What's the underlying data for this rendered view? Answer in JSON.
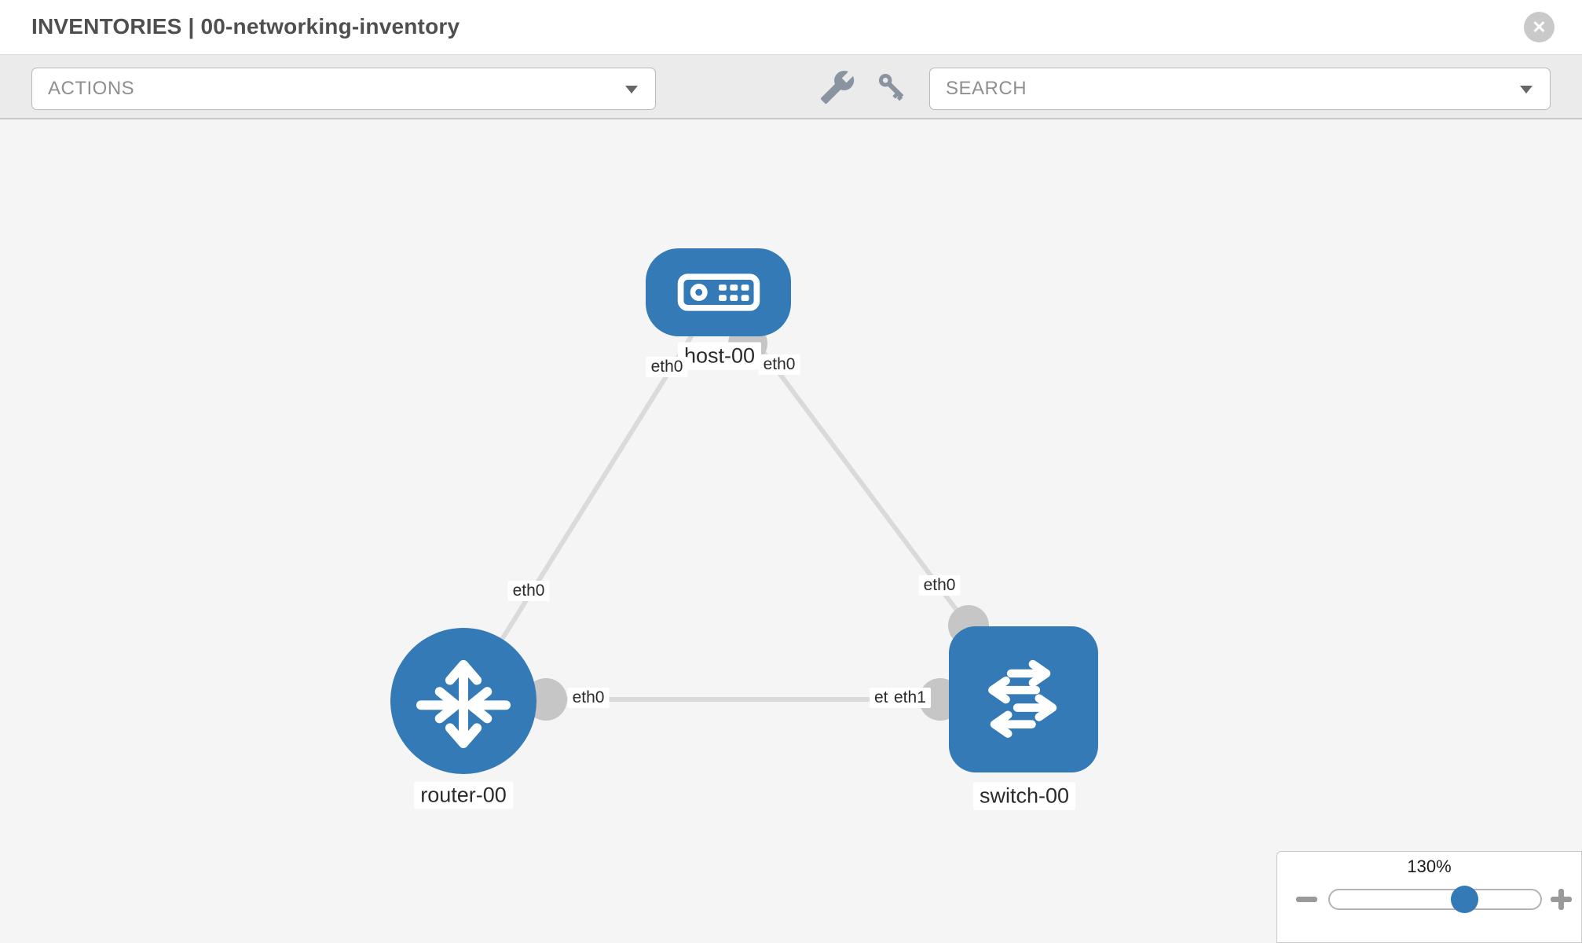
{
  "header": {
    "title": "INVENTORIES | 00-networking-inventory",
    "close_icon": "x-circle"
  },
  "toolbar": {
    "actions_label": "ACTIONS",
    "search_label": "SEARCH",
    "wrench_icon": "wrench",
    "key_icon": "key"
  },
  "topology": {
    "nodes": [
      {
        "id": "host-00",
        "label": "host-00",
        "type": "host",
        "shape": "rounded-rect"
      },
      {
        "id": "router-00",
        "label": "router-00",
        "type": "router",
        "shape": "circle"
      },
      {
        "id": "switch-00",
        "label": "switch-00",
        "type": "switch",
        "shape": "rounded-square"
      }
    ],
    "links": [
      {
        "source": "router-00",
        "target": "host-00",
        "source_interface": "eth0",
        "target_interface": "eth0"
      },
      {
        "source": "host-00",
        "target": "switch-00",
        "source_interface": "eth0",
        "target_interface": "eth0"
      },
      {
        "source": "router-00",
        "target": "switch-00",
        "source_interface": "eth0",
        "target_interface": "eth1",
        "target_interface_overlapped": "eth0"
      }
    ]
  },
  "zoom_control": {
    "value": "130%",
    "minus_icon": "minus",
    "plus_icon": "plus"
  },
  "colors": {
    "node_blue": "#337ab7",
    "link_gray": "#dadada",
    "connector_gray": "#c6c6c6",
    "canvas_bg": "#f5f5f5",
    "toolbar_bg": "#ebebeb",
    "icon_gray": "#8a93a0"
  }
}
